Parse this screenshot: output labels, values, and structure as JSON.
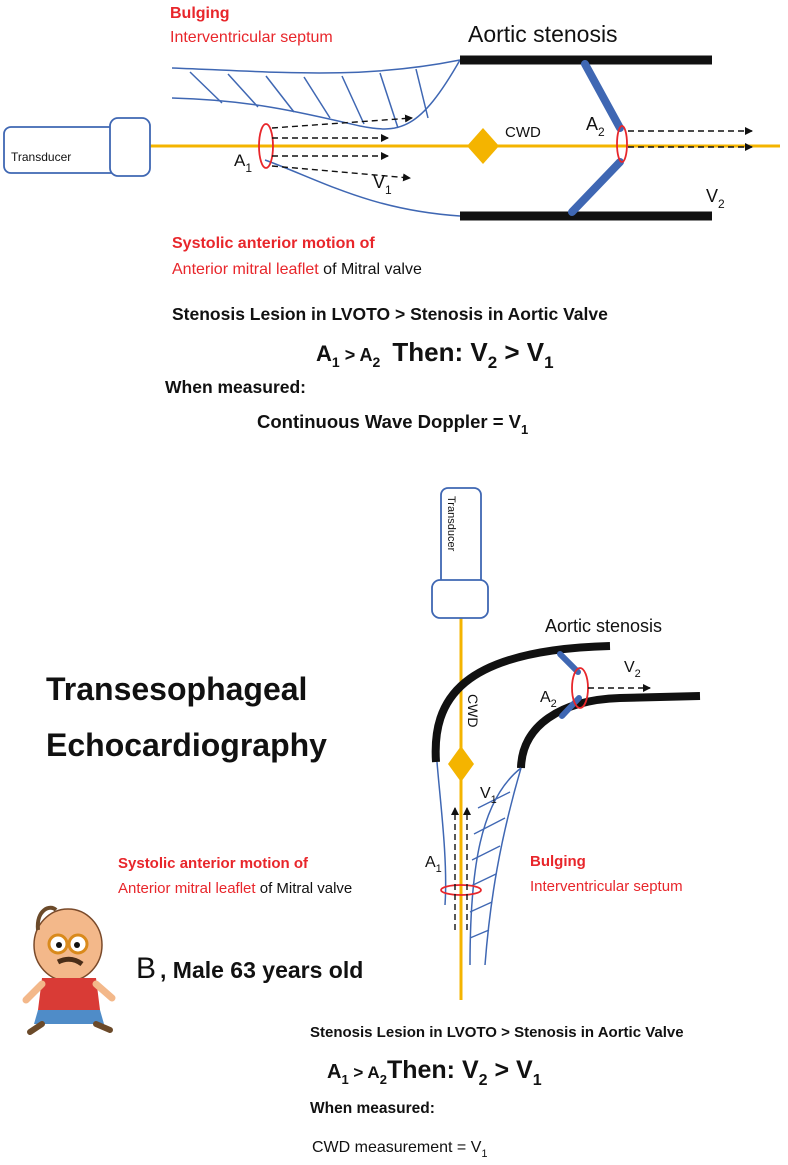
{
  "colors": {
    "red": "#e8262b",
    "blue": "#3f67b3",
    "orange": "#f4b400",
    "black": "#111111"
  },
  "panel_a": {
    "septum_word": "Bulging",
    "septum_name": "Interventricular septum",
    "aortic_stenosis": "Aortic stenosis",
    "transducer": "Transducer",
    "cwd": "CWD",
    "a1": "A",
    "a1_sub": "1",
    "a2": "A",
    "a2_sub": "2",
    "v1": "V",
    "v1_sub": "1",
    "v2": "V",
    "v2_sub": "2",
    "sam_line1": "Systolic anterior motion of",
    "sam_line2_red": "Anterior mitral leaflet",
    "sam_line2_black": " of Mitral valve",
    "stenosis_statement": "Stenosis Lesion in LVOTO > Stenosis in Aortic Valve",
    "eq_a": "A",
    "eq_a_sub1": "1",
    "eq_gt": " > A",
    "eq_a_sub2": "2",
    "eq_then": "Then: V",
    "eq_v_sub2": "2",
    "eq_gt2": " > V",
    "eq_v_sub1": "1",
    "when_measured": "When measured:",
    "cwd_result": "Continuous Wave Doppler = V",
    "cwd_result_sub": "1"
  },
  "panel_b": {
    "transducer": "Transducer",
    "aortic_stenosis": "Aortic stenosis",
    "title_line1": "Transesophageal",
    "title_line2": "Echocardiography",
    "cwd": "CWD",
    "a1": "A",
    "a1_sub": "1",
    "a2": "A",
    "a2_sub": "2",
    "v1": "V",
    "v1_sub": "1",
    "v2": "V",
    "v2_sub": "2",
    "sam_line1": "Systolic anterior motion of",
    "sam_line2_red": "Anterior mitral leaflet",
    "sam_line2_black": " of Mitral valve",
    "septum_word": "Bulging",
    "septum_name": "Interventricular septum",
    "panel_letter": "B",
    "patient": ", Male 63 years old",
    "stenosis_statement": "Stenosis Lesion in LVOTO > Stenosis in Aortic Valve",
    "eq_a": "A",
    "eq_a_sub1": "1",
    "eq_gt": " > A",
    "eq_a_sub2": "2",
    "eq_then": "Then: V",
    "eq_v_sub2": "2",
    "eq_gt2": " > V",
    "eq_v_sub1": "1",
    "when_measured": "When measured:",
    "cwd_result": "CWD measurement = V",
    "cwd_result_sub": "1"
  }
}
